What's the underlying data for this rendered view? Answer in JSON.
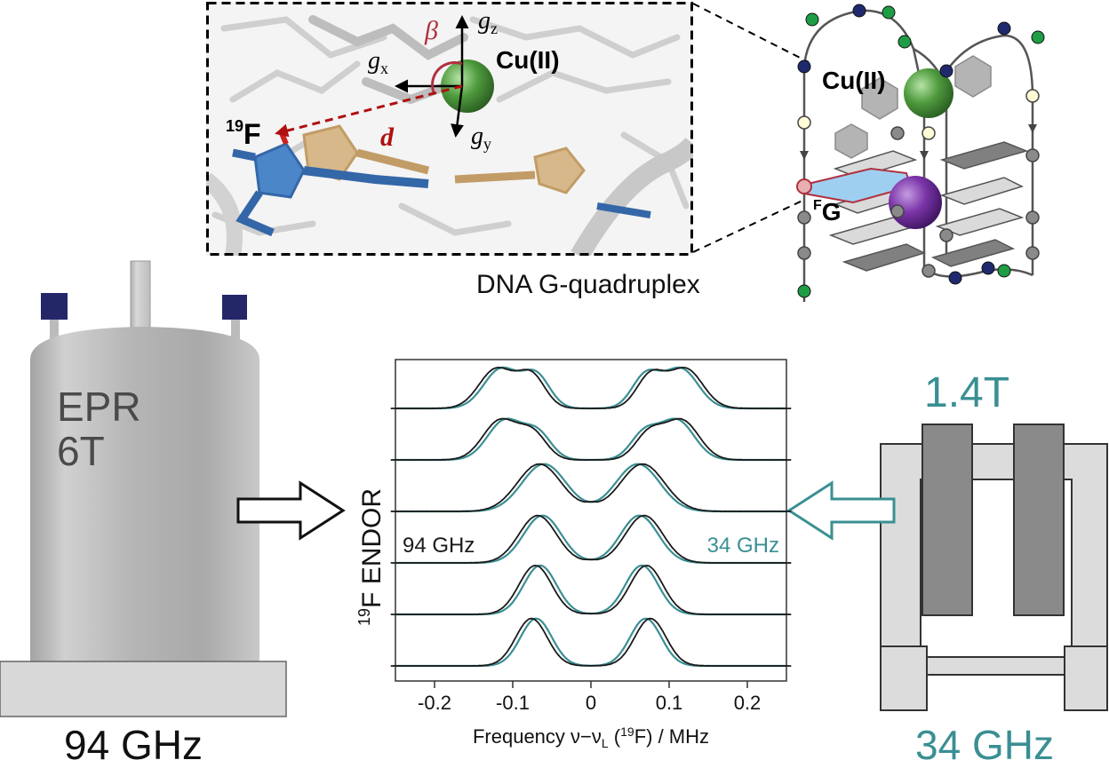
{
  "structure_inset": {
    "labels": {
      "cu": "Cu(II)",
      "f19_sup": "19",
      "f19_main": "F",
      "gz": "g",
      "gz_sub": "z",
      "gx": "g",
      "gx_sub": "x",
      "gy": "g",
      "gy_sub": "y",
      "beta": "β",
      "d": "d"
    }
  },
  "quadruplex": {
    "cu": "Cu(II)",
    "fg_sup": "F",
    "fg_main": "G",
    "caption": "DNA G-quadruplex"
  },
  "magnet_94": {
    "line1": "EPR",
    "line2": "6T",
    "frequency": "94 GHz"
  },
  "magnet_34": {
    "field": "1.4T",
    "frequency": "34 GHz"
  },
  "colors": {
    "teal": "#3a8f93",
    "black_trace": "#1a1a1a",
    "dashed_red": "#b01010",
    "beta_red": "#b03040",
    "cu_green": "#3a8a2e",
    "purple": "#7030a0",
    "blue_nucleotide": "#4a86c8",
    "navy": "#1f2a6e"
  },
  "chart_data": {
    "type": "line",
    "ylabel_sup": "19",
    "ylabel_main": "F  ENDOR",
    "xlabel_main": "Frequency ν−ν",
    "xlabel_sub": "L",
    "xlabel_mid": " (",
    "xlabel_sup": "19",
    "xlabel_end": "F) / MHz",
    "xlim": [
      -0.25,
      0.25
    ],
    "xticks": [
      "-0.2",
      "-0.1",
      "0",
      "0.1",
      "0.2"
    ],
    "xtick_values": [
      -0.2,
      -0.1,
      0,
      0.1,
      0.2
    ],
    "legend_94": "94 GHz",
    "legend_34": "34 GHz",
    "offsets": [
      0,
      1,
      2,
      3,
      4,
      5
    ],
    "traces": [
      {
        "peak_pos": 0.07,
        "peak_width": 0.02,
        "inner_pos": 0.06,
        "inner_amp": 0.0,
        "amp": 0.92
      },
      {
        "peak_pos": 0.065,
        "peak_width": 0.021,
        "inner_pos": 0.06,
        "inner_amp": 0.0,
        "amp": 0.95
      },
      {
        "peak_pos": 0.062,
        "peak_width": 0.024,
        "inner_pos": 0.06,
        "inner_amp": 0.0,
        "amp": 0.92
      },
      {
        "peak_pos": 0.06,
        "peak_width": 0.028,
        "inner_pos": 0.06,
        "inner_amp": 0.0,
        "amp": 0.92
      },
      {
        "peak_pos": 0.11,
        "peak_width": 0.022,
        "inner_pos": 0.068,
        "inner_amp": 0.55,
        "amp": 0.9
      },
      {
        "peak_pos": 0.115,
        "peak_width": 0.022,
        "inner_pos": 0.07,
        "inner_amp": 0.7,
        "amp": 0.9
      }
    ]
  }
}
